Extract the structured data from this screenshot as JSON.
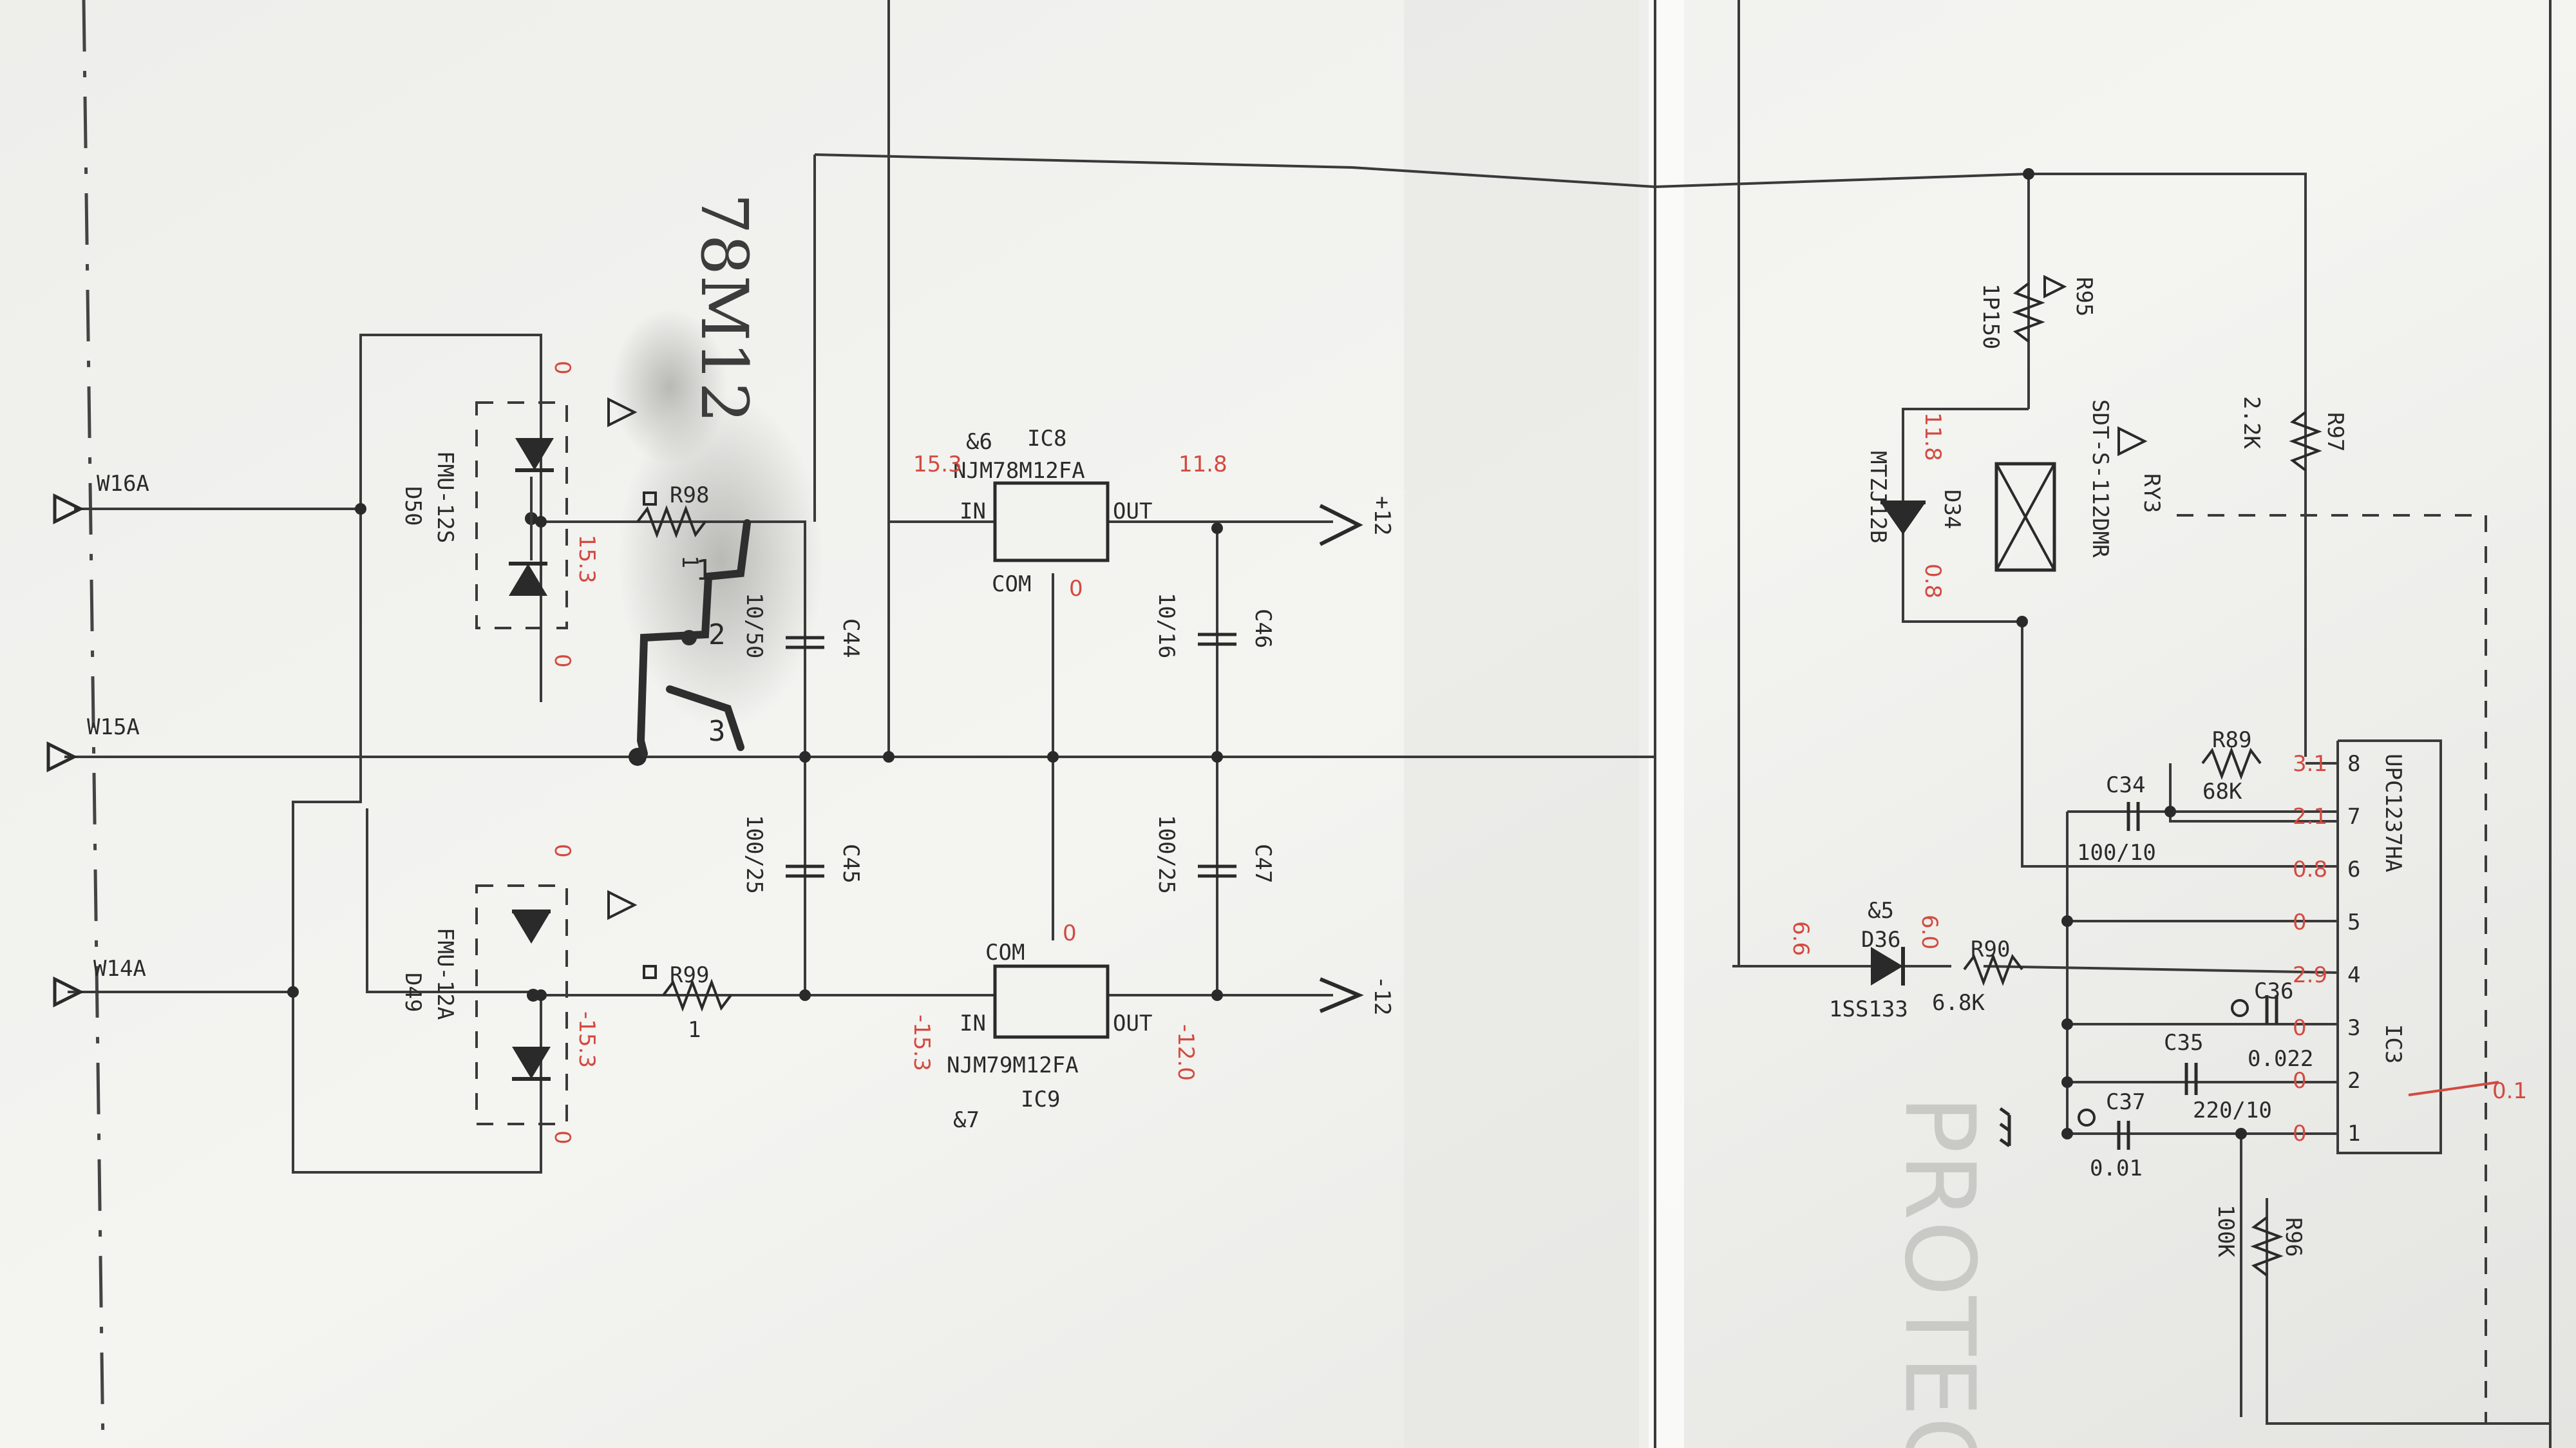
{
  "connectors": [
    {
      "id": "w16a",
      "label": "W16A"
    },
    {
      "id": "w15a",
      "label": "W15A"
    },
    {
      "id": "w14a",
      "label": "W14A"
    }
  ],
  "left_section": {
    "handwritten_note": "78M12",
    "bridge_top": {
      "ref": "D50",
      "part": "FMU-12S"
    },
    "bridge_bottom": {
      "ref": "D49",
      "part": "FMU-12A"
    },
    "r98": {
      "ref": "R98",
      "value": "1"
    },
    "r99": {
      "ref": "R99",
      "value": "1"
    },
    "c44": {
      "ref": "C44",
      "value": "10/50"
    },
    "c45": {
      "ref": "C45",
      "value": "100/25"
    },
    "c46": {
      "ref": "C46",
      "value": "10/16"
    },
    "c47": {
      "ref": "C47",
      "value": "100/25"
    },
    "ic8": {
      "ref": "IC8",
      "part": "NJM78M12FA",
      "mark": "&6",
      "pin_in": "IN",
      "pin_out": "OUT",
      "pin_com": "COM"
    },
    "ic9": {
      "ref": "IC9",
      "part": "NJM79M12FA",
      "mark": "&7",
      "pin_in": "IN",
      "pin_out": "OUT",
      "pin_com": "COM"
    },
    "rail_pos": "+12",
    "rail_neg": "-12",
    "hand_numbers": [
      "1",
      "2",
      "3"
    ]
  },
  "voltages_left": {
    "v_top_a": "0",
    "v_top_b": "0",
    "v_bot_a": "0",
    "v_bot_b": "0",
    "v_r98": "15.3",
    "v_r99": "-15.3",
    "v_ic8_in": "15.3",
    "v_ic8_out": "11.8",
    "v_ic8_com": "0",
    "v_ic9_in": "-15.3",
    "v_ic9_out": "-12.0",
    "v_ic9_com": "0"
  },
  "right_section": {
    "r95": {
      "ref": "R95",
      "value": "1P150"
    },
    "r97": {
      "ref": "R97",
      "value": "2.2K"
    },
    "ry3": {
      "ref": "RY3",
      "part": "SDT-S-112DMR"
    },
    "d34": {
      "ref": "D34",
      "part": "MTZJ12B",
      "v_top": "11.8",
      "v_bot": "0.8"
    },
    "d36": {
      "ref": "D36",
      "part": "1SS133",
      "mark": "&5",
      "v_left": "6.6",
      "v_right": "6.0"
    },
    "r89": {
      "ref": "R89",
      "value": "68K"
    },
    "c34": {
      "ref": "C34",
      "value": "100/10"
    },
    "r90": {
      "ref": "R90",
      "value": "6.8K"
    },
    "c36": {
      "ref": "C36",
      "value": "0.022"
    },
    "c35": {
      "ref": "C35",
      "value": "220/10"
    },
    "c37": {
      "ref": "C37",
      "value": "0.01"
    },
    "r96": {
      "ref": "R96",
      "value": "100K"
    },
    "ic3": {
      "ref": "IC3",
      "part": "UPC1237HA"
    },
    "pins": [
      "8",
      "7",
      "6",
      "5",
      "4",
      "3",
      "2",
      "1"
    ],
    "pin_voltages": [
      "3.1",
      "2.1",
      "0.8",
      "0",
      "2.9",
      "0",
      "0",
      "0"
    ],
    "probe_voltage": "0.1",
    "watermark": "PROTEC"
  },
  "colors": {
    "paper": "#f2f2ef",
    "ink": "#3a3a3a",
    "voltage": "#d24a40"
  }
}
